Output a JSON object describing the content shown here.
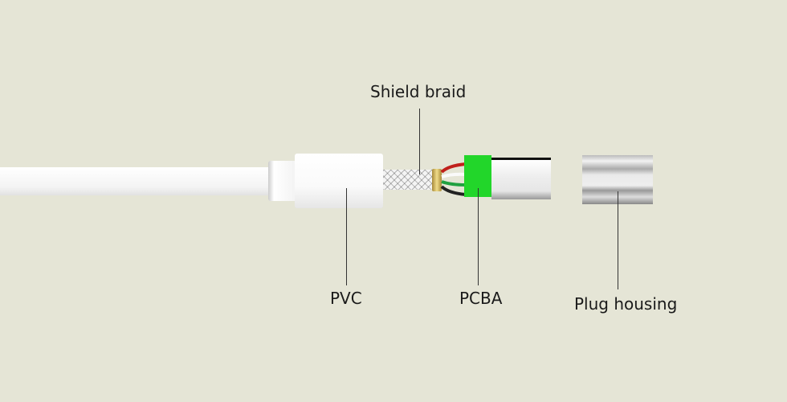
{
  "labels": {
    "shield_braid": "Shield braid",
    "pvc": "PVC",
    "pcba": "PCBA",
    "plug_housing": "Plug housing"
  },
  "colors": {
    "background": "#e5e5d6",
    "pcb": "#22d62a"
  }
}
